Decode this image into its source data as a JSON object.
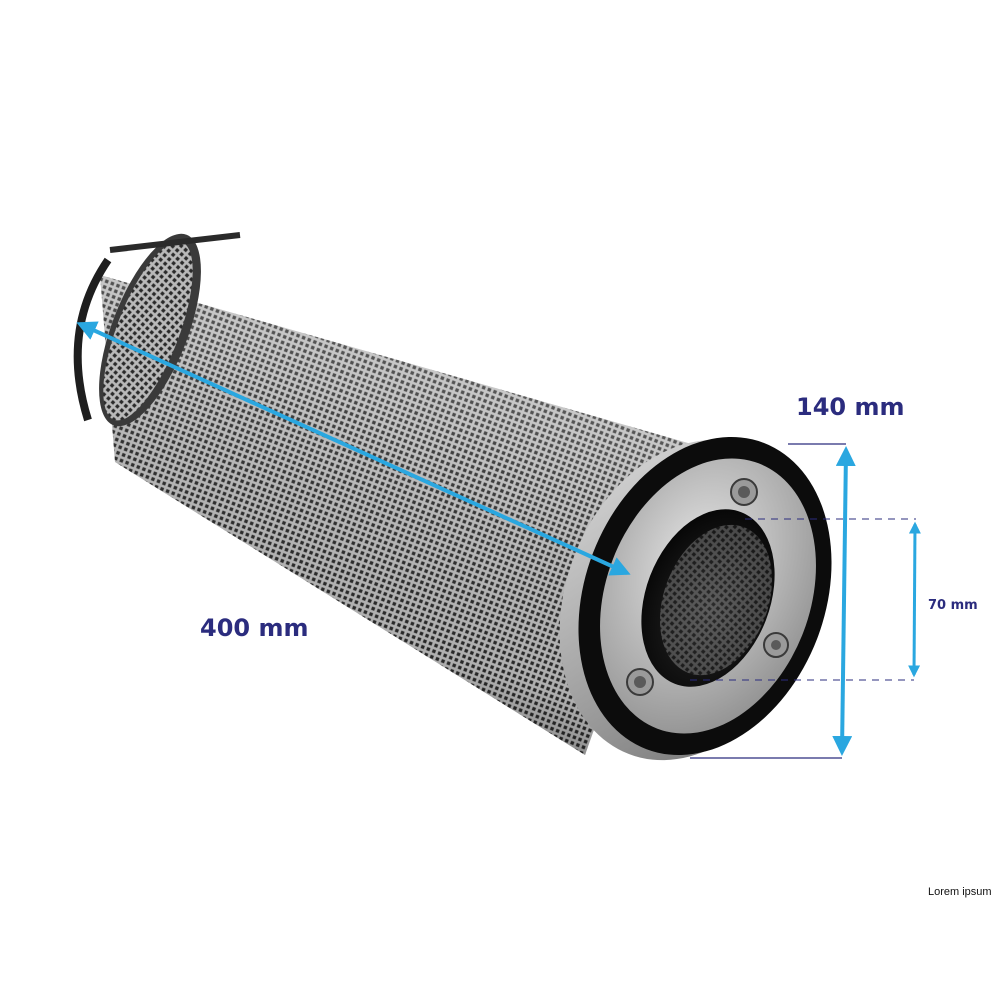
{
  "dimensions": {
    "length": "400 mm",
    "outer_diameter": "140 mm",
    "inner_diameter": "70 mm"
  },
  "caption": "Lorem ipsum",
  "colors": {
    "label": "#2b2c7e",
    "arrow": "#2aa7e0",
    "guide": "#2b2c7e",
    "background": "#ffffff"
  }
}
